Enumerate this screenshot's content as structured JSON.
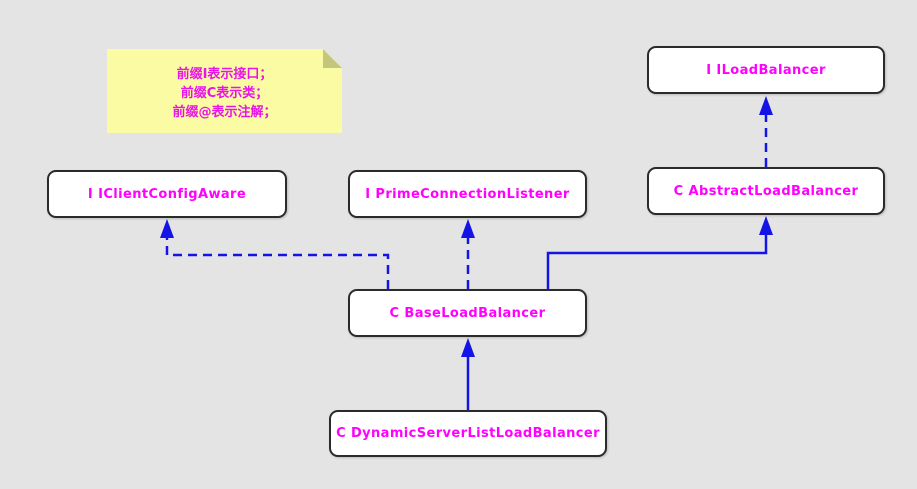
{
  "note": {
    "lines": [
      "前缀I表示接口；",
      "前缀C表示类；",
      "前缀@表示注解；"
    ]
  },
  "nodes": [
    {
      "id": "iloadbalancer",
      "label": "I ILoadBalancer"
    },
    {
      "id": "abstractloadbalancer",
      "label": "C AbstractLoadBalancer"
    },
    {
      "id": "iclientconfigaware",
      "label": "I IClientConfigAware"
    },
    {
      "id": "primeconnectionlistener",
      "label": "I PrimeConnectionListener"
    },
    {
      "id": "baseloadbalancer",
      "label": "C BaseLoadBalancer"
    },
    {
      "id": "dynamicserverlistloadbalancer",
      "label": "C DynamicServerListLoadBalancer"
    }
  ],
  "edges": [
    {
      "from": "baseloadbalancer",
      "to": "iclientconfigaware",
      "style": "dashed"
    },
    {
      "from": "baseloadbalancer",
      "to": "primeconnectionlistener",
      "style": "dashed"
    },
    {
      "from": "baseloadbalancer",
      "to": "abstractloadbalancer",
      "style": "solid"
    },
    {
      "from": "abstractloadbalancer",
      "to": "iloadbalancer",
      "style": "dashed"
    },
    {
      "from": "dynamicserverlistloadbalancer",
      "to": "baseloadbalancer",
      "style": "solid"
    }
  ],
  "colors": {
    "background": "#e4e4e4",
    "node_fill": "#ffffff",
    "node_border": "#2b2b2b",
    "node_text": "#ff00ff",
    "edge_blue": "#1414e6",
    "note_fill": "#fbfba3",
    "note_fold": "#c3c77c",
    "note_text": "#e814e8"
  }
}
